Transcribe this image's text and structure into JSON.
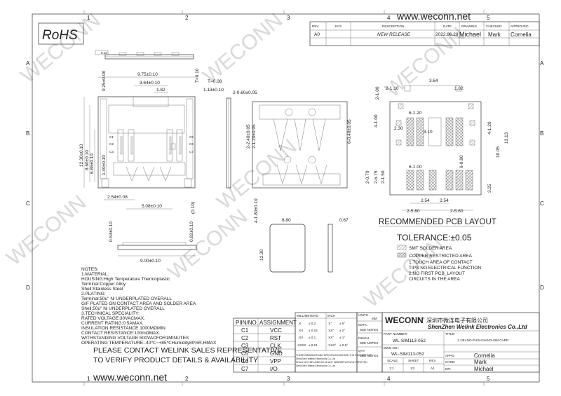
{
  "rohs": "RoHS",
  "website": "www.weconn.net",
  "watermark": "WECONN",
  "zones_top": [
    "1",
    "2",
    "3",
    "4",
    "5"
  ],
  "zones_side": [
    "A",
    "B",
    "C",
    "D"
  ],
  "revision": {
    "headers": [
      "REV.",
      "EC#",
      "DESCRIPTION",
      "DATE",
      "DRAWING",
      "CHECKED",
      "APPROVED"
    ],
    "row": [
      "A0",
      "",
      "NEW RELEASE",
      "2022.06.28",
      "Michael",
      "Mark",
      "Cornelia"
    ]
  },
  "dims": {
    "d0_10": "0.10",
    "d9_75": "9.75±0.10",
    "d3_64": "3.64±0.10",
    "d1_82": "1.82",
    "d0_25": "0.25±0.08",
    "d12_30": "12.30±0.10",
    "d8_60": "8.60±0.10",
    "d6_65": "6.65±0.10",
    "d1_40": "1.40±0.10",
    "d2_54": "2.54±0.08",
    "d5_08": "5.08±0.10",
    "d0_10b": "(0.10)",
    "d0_53": "0.53±0.10",
    "d0_82": "0.82±0.10",
    "d9_00": "9.00±0.10",
    "dT": "T=0.10",
    "dT08": "T=0.08",
    "d1_13": "1.13±0.10",
    "d2_060": "2-0.60±0.05",
    "d2_240": "2-2.40±0.05",
    "d2_120": "2-1.20±0.05",
    "d6_040": "6-0.40±0.05",
    "d4_180": "4-1.80±0.10",
    "d8_80": "8.80",
    "d12_30b": "12.30",
    "d0_67": "0.67"
  },
  "pcb": {
    "d2_100": "2-1.00",
    "d2_110": "2-1.10",
    "d3_64": "3.64",
    "d1_82": "1.82",
    "d6_120": "6-1.20",
    "d2_30": "2.30",
    "d3_10": "3.10",
    "d4_100": "4-1.00",
    "d4_120": "4-1.20",
    "d13_13": "13.13",
    "d10_05": "10.05",
    "d6_080": "6-0.80",
    "d6_100": "6-1.00",
    "d2_70": "2-0.70",
    "d2_75": "2-6.75",
    "d2_150": "2-1.50",
    "d3_25": "3.25",
    "d2_54a": "2.54",
    "d2_54b": "2.54",
    "d2_560a": "2-5.60",
    "d2_560b": "2-5.60",
    "title": "RECOMMENDED PCB LAYOUT",
    "tolerance": "TOLERANCE:±0.05",
    "legend_smt": "SMT SOLDER AREA",
    "legend_copper": "COPPER RESTRICTED AREA",
    "notes": [
      "1.TOUCH AREA OF CONTACT",
      "TIPS NO ELECTRICAL FUNCTION",
      "2.NO FIRST PCB_LAYOUT",
      "CIRCUITS IN THE AREA"
    ]
  },
  "pins": [
    "C1",
    "C2",
    "C3",
    "C5",
    "C6",
    "C7"
  ],
  "notes": [
    "NOTES:",
    "1.MATERIAL:",
    "   HOUSING:High Temperature Thermoplastic",
    "   Terminal:Copper Alloy",
    "   Shell:Stainless Steel",
    "2.PLATING:",
    "   Terminal:50u\" Ni UNDERPLATED OVERALL",
    "   G/F PLATED ON CONTACT AREA AND SOLDER AREA",
    "   Shell:50u\" Ni UNDERPLATED OVERALL",
    "3.TECHNICAL SPECIALITY:",
    "   RATED VOLTAGE:30VACMAX.",
    "   CURRENT RATING:0.5AMAX.",
    "   INSULATION RESISTANCE:1000MΩMIN",
    "   CONTACT RESISTANCE:100mΩMAX.",
    "   WITHSTANDING VOLTAGE:500VACFOR1MINUTES",
    "   OPERATING TEMPERATURE:-40℃~+85℃Humidity80%R.HMAX"
  ],
  "contact_line1": "PLEASE CONTACT WELINK SALES REPRESENTATIVE",
  "contact_line2": "TO VERIFY PRODUCT DETAILS & AVAILABILITY",
  "pin_table": {
    "headers": [
      "PIIN/NO.",
      "ASSIGNMENT"
    ],
    "rows": [
      [
        "C1",
        "VCC"
      ],
      [
        "C2",
        "RST"
      ],
      [
        "C3",
        "CLK"
      ],
      [
        "C5",
        "GND"
      ],
      [
        "C6",
        "VPP"
      ],
      [
        "C7",
        "I/O"
      ]
    ]
  },
  "tol_table": {
    "headers": [
      "MILLIMETERS",
      "INCH"
    ],
    "rows": [
      [
        ".X",
        "± 0.2",
        ".X°",
        "± 5°"
      ],
      [
        ".XX",
        "± 0.15",
        ".XX°",
        "± 2°"
      ],
      [
        ".XX",
        "± 0.1",
        ".XX°",
        "± 1°"
      ],
      [
        ".XXXX",
        "± 0.01",
        ".XXX°",
        "± 0.5°"
      ]
    ],
    "fine1": "THESE DRAWINGS AND SPECIFICATIONS ARE THE PROPERTY OF",
    "fine2": "ShenZhen Welink Electronics Co.,Ltd",
    "fine3": "SHALL NOT BE USED AS AN ANY MANNER WITHOUT WRITTEN",
    "fine4": "ShenZhen Welink Electronics Co.,Ltd"
  },
  "side_block": {
    "units_label": "UNITS",
    "units_val": "MM",
    "matl_label": "MAT'L",
    "matl_val": "SEE NOTES",
    "finish_label": "FINISH",
    "finish_val": "SEE NOTES",
    "qty_label": "QTY",
    "qty_val": "SEE NOTES"
  },
  "title_block": {
    "logo": "WECONN",
    "reg": "®",
    "company_cn": "深圳市微连电子有限公司",
    "company_en": "ShenZhen Welink Electronics Co.,Ltd",
    "title_label": "TITLE:",
    "title_val": "1.13H NO-PUSH NANO-SIM CARD",
    "part_label": "PART NUMBER:",
    "part_val": "WL-SIM113-052",
    "dwg_label": "DWG NO.:",
    "dwg_val": "WL-SIM113-052",
    "scale_label": "SCALE",
    "sheet_label": "SHEET",
    "rev_label": "REV",
    "scale_val": "1:1",
    "sheet_val": "1/2",
    "rev_val": "A1",
    "appd_label": "APPD:",
    "appd_val": "Cornelia",
    "chkd_label": "CHKD:",
    "chkd_val": "Mark",
    "dr_label": "DR:",
    "dr_val": "Michael"
  }
}
